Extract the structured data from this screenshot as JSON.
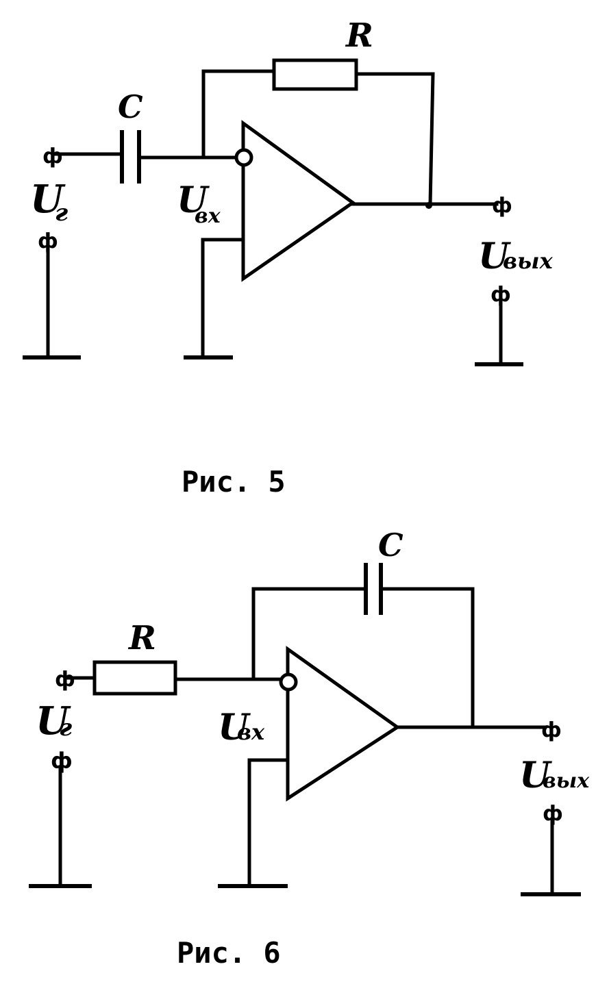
{
  "figure5": {
    "caption": "Рис. 5",
    "resistor_label": "R",
    "capacitor_label": "C",
    "input_label": "U",
    "input_sub": "г",
    "inverting_label": "U",
    "inverting_sub": "вх",
    "output_label": "U",
    "output_sub": "вых",
    "terminal_symbol": "ф"
  },
  "figure6": {
    "caption": "Рис. 6",
    "resistor_label": "R",
    "capacitor_label": "C",
    "input_label": "U",
    "input_sub": "г",
    "inverting_label": "U",
    "inverting_sub": "вх",
    "output_label": "U",
    "output_sub": "вых",
    "terminal_symbol": "ф"
  }
}
